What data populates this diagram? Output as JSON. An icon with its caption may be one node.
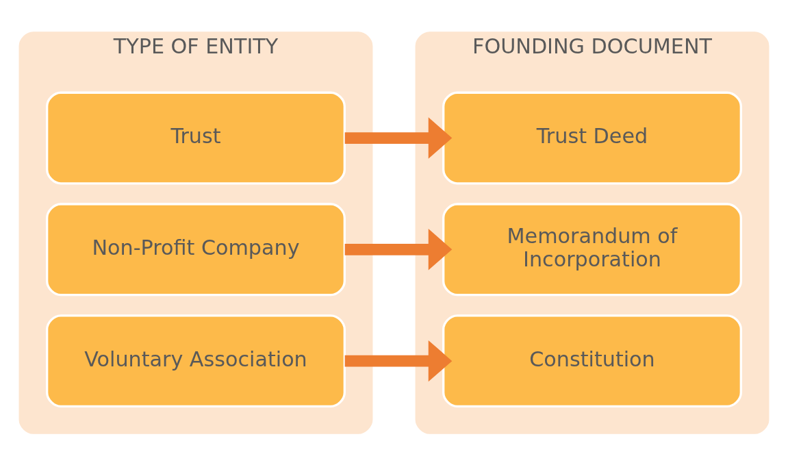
{
  "diagram": {
    "nodes": [
      {
        "text": [
          "TYPE OF ENTITY"
        ]
      },
      {
        "text": [
          "Trust"
        ],
        "in": 0
      },
      {
        "text": [
          "Non-Profit Company"
        ],
        "in": 0
      },
      {
        "text": [
          "Voluntary Association"
        ],
        "in": 0
      },
      {
        "text": [
          "FOUNDING DOCUMENT"
        ]
      },
      {
        "text": [
          "Trust Deed"
        ],
        "in": 4
      },
      {
        "text": [
          "Memorandum of Incorporation"
        ],
        "in": 4
      },
      {
        "text": [
          "Constitution"
        ],
        "in": 4
      }
    ],
    "edges": [
      {
        "from": 1,
        "to": 5,
        "arrow": "to"
      },
      {
        "from": 2,
        "to": 6,
        "arrow": "to"
      },
      {
        "from": 3,
        "to": 7,
        "arrow": "to"
      }
    ]
  }
}
